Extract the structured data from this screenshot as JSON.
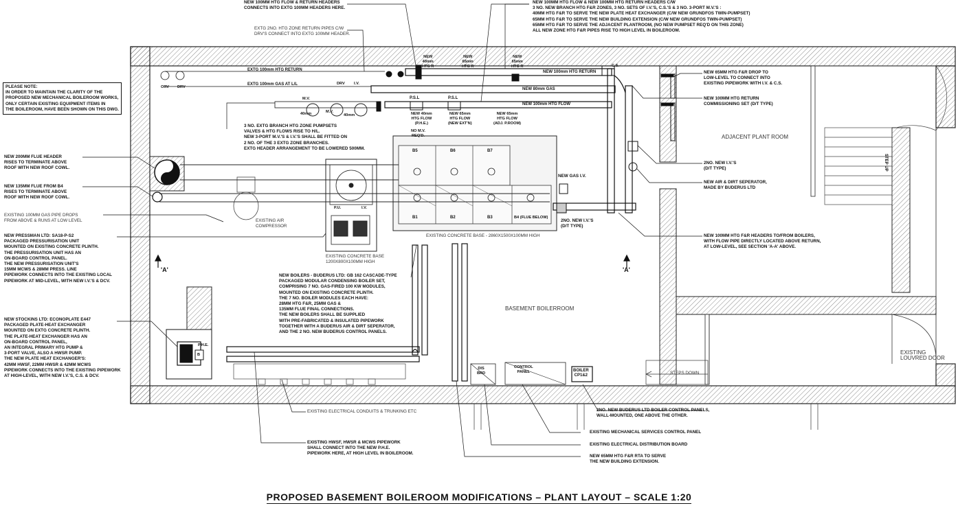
{
  "title": "PROPOSED BASEMENT BOILEROOM MODIFICATIONS – PLANT LAYOUT – SCALE 1:20",
  "rooms": {
    "basement": "BASEMENT BOILERROOM",
    "adjacent": "ADJACENT PLANT ROOM",
    "louvred_door": "EXISTING\nLOUVRED DOOR",
    "steps_down": "STEPS DOWN",
    "step_up": "STEP UP"
  },
  "notes": {
    "please_note": "PLEASE NOTE:\nIN ORDER TO MAINTAIN THE CLARITY OF THE\nPROPOSED NEW MECHANICAL BOILEROOM WORKS,\nONLY CERTAIN EXISTING EQUIPMENT ITEMS IN\nTHE BOILEROOM, HAVE BEEN SHOWN ON THIS DWG.",
    "top_left": "NEW 100mm HTG FLOW & RETURN HEADERS\nCONNECTS INTO EXTG 100mm HEADERS HERE.",
    "top_center": "EXTG 2No. HTG ZONE RETURN PIPES C/W\nDRV's CONNECT INTO EXTG 100mm HEADER.",
    "top_right": "NEW 100mm HTG FLOW & NEW 100mm HTG RETURN HEADERS C/W\n3 No. NEW BRANCH HTG F&R ZONES, 3 No. SETS OF I.V.'s, C.S.'s & 3 No. 3-PORT M.V.'s :\n40mm HTG F&R TO SERVE THE NEW PLATE HEAT EXCHANGER (C/W NEW GRUNDFOS TWIN-PUMPSET)\n65mm HTG F&R TO SERVE THE NEW BUILDING EXTENSION (C/W NEW GRUNDFOS TWIN-PUMPSET)\n65mm HTG F&R TO SERVE THE ADJACENT PLANTROOM, (NO NEW PUMPSET REQ'D ON THIS ZONE)\nALL NEW ZONE HTG F&R PIPES RISE TO HIGH LEVEL IN BOILEROOM.",
    "right_drop": "NEW 65mm HTG F&R DROP TO\nLOW-LEVEL TO CONNECT INTO\nEXISTING PIPEWORK WITH I.V. & C.S.",
    "right_commissioning": "NEW 100mm HTG RETURN\nCOMMISSIONING SET (D/T TYPE)",
    "zone_pumpsets": "3 No. EXTG BRANCH HTG ZONE PUMPSETS\nVALVES & HTG FLOWS RISE TO H/L.\nNEW 3-PORT M.V.'s & I.V.'s SHALL BE FITTED ON\n2 No. OF THE 3 EXTG ZONE BRANCHES.\nEXTG HEADER ARRANGEMENT TO BE LOWERED 500mm.",
    "flue_200": "NEW 200mm FLUE HEADER\nRISES TO TERMINATE ABOVE\nROOF WITH NEW ROOF COWL.",
    "flue_135": "NEW 135mm FLUE FROM B4\nRISES TO TERMINATE ABOVE\nROOF WITH NEW ROOF COWL.",
    "gas_drops": "EXISTING 100mm GAS PIPE DROPS\nFROM ABOVE & RUNS AT LOW LEVEL",
    "pressurisation": "NEW PRESSMAN LTD: SA18-P-S2\nPACKAGED PRESSURISATION UNIT\nMOUNTED ON EXISTING CONCRETE PLINTH.\nTHE PRESSURISATION UNIT HAS AN\nON-BOARD CONTROL PANEL.\nTHE NEW PRESSURISATION UNIT'S\n15mm MCWS & 28mm PRESS. LINE\nPIPEWORK CONNECTS INTO THE EXISTING LOCAL\nPIPEWORK AT MID-LEVEL, WITH NEW I.V.'s & DCV.",
    "plate_hx": "NEW STOCKINS LTD: ECONOPLATE E447\nPACKAGED PLATE-HEAT EXCHANGER\nMOUNTED ON EXTG CONCRETE PLINTH.\nTHE PLATE-HEAT EXCHANGER HAS AN\nON-BOARD CONTROL PANEL,\nAN INTEGRAL PRIMARY HTG PUMP &\n3-PORT VALVE, ALSO A HWSR PUMP.\nTHE NEW PLATE HEAT EXCHANGER'S:\n42mm HWSF, 22mm HWSR & 42mm MCWS\nPIPEWORK CONNECTS INTO THE EXISTING PIPEWORK\nAT HIGH-LEVEL, WITH NEW I.V.'s, C.S. & DCV.",
    "boilers": "NEW BOILERS - BUDERUS LTD: GB 162 CASCADE-TYPE\nPACKAGED MODULAR CONDENSING BOILER SET,\nCOMPRISING 7 No. GAS-FIRED 100 KW MODULES,\nMOUNTED ON EXISTING CONCRETE PLINTH.\nTHE 7 No. BOILER MODULES EACH HAVE:\n28mm HTG F&R, 25mm GAS &\n135mm FLUE FINAL CONNECTIONS.\nTHE NEW BOILERS SHALL BE SUPPLIED\nWITH PRE-FABRICATED & INSULATED PIPEWORK\nTOGETHER WITH A BUDERUS AIR & DIRT SEPERATOR,\nAND THE 2 No. NEW BUDERUS CONTROL PANELS.",
    "ivs_dt": "2No. NEW I.V.'s\n(D/T TYPE)",
    "air_dirt": "NEW AIR & DIRT SEPERATOR,\nMADE BY BUDERUS LTD",
    "headers_100": "NEW 100mm HTG F&R HEADERS TO/FROM BOILERS,\nWITH FLOW PIPE DIRECTLY LOCATED ABOVE RETURN,\nAT LOW-LEVEL, SEE SECTION 'A-A' ABOVE.",
    "control_panels": "2No. NEW BUDERUS LTD BOILER CONTROL PANELS,\nWALL-MOUNTED, ONE ABOVE THE OTHER.",
    "mech_panel": "EXISTING MECHANICAL SERVICES CONTROL PANEL",
    "elec_board": "EXISTING ELECTRICAL DISTRIBUTION BOARD",
    "f_r_65": "NEW 65mm HTG F&R RTA TO SERVE\nTHE NEW BUILDING EXTENSION.",
    "elec_conduits": "EXISTING ELECTRICAL CONDUITS & TRUNKING ETC",
    "hwsf_pipework": "EXISTING HWSF, HWSR & MCWS PIPEWORK\nSHALL CONNECT INTO THE NEW P.H.E.\nPIPEWORK HERE, AT HIGH LEVEL IN BOILEROOM.",
    "air_compressor": "EXISTING AIR\nCOMPRESSOR",
    "concrete_base_small": "EXISTING CONCRETE BASE\n1200x800x100mm HIGH",
    "concrete_base_large": "EXISTING CONCRETE BASE - 2860x1500x100mm HIGH",
    "new_gas_iv": "NEW GAS I.V.",
    "new_ivs_dt_small": "2No. NEW I.V.'s\n(D/T TYPE)"
  },
  "pipes": {
    "return": "EXTG 100mm HTG RETURN",
    "gas": "EXTG 100mm GAS AT L/L",
    "new_return": "NEW 100mm HTG RETURN",
    "new_gas": "NEW 80mm GAS",
    "new_flow": "NEW 100mm HTG FLOW",
    "drv": "DRV"
  },
  "tags": {
    "orv": "ORV",
    "drv": "DRV",
    "iv": "I.V.",
    "mv": "M.V.",
    "mv2": "M.V.",
    "mm40": "40mm",
    "mm40b": "40mm",
    "psl1": "P.S.L",
    "psl2": "P.S.L",
    "new_htg_r1": "NEW\n40mm\nHTG R",
    "new_htg_r2": "NEW\n65mm\nHTG R",
    "new_htg_r3": "NEW\n65mm\nHTG R",
    "flow_phe": "NEW 40mm\nHTG FLOW\n(P.H.E.)",
    "flow_ext": "NEW 65mm\nHTG FLOW\n(NEW EXT'N)",
    "flow_adj": "NEW 65mm\nHTG FLOW\n(ADJ. P.ROOM)",
    "no_mv": "NO M.V.\nREQ'D.",
    "cs": "C.S.",
    "pu": "P.U.",
    "iv2": "I.V.",
    "phe": "P.H.E.",
    "b": "B",
    "boiler_box": "BOILER\nCP1&2",
    "disb": "DIS\nBRD",
    "control_panel": "CONTROL\nPANEL",
    "section_a_left": "'A'",
    "section_a_right": "'A'"
  },
  "boilers": [
    "B5",
    "B6",
    "B7",
    "B1",
    "B2",
    "B3",
    "B4 (FLUE BELOW)"
  ]
}
